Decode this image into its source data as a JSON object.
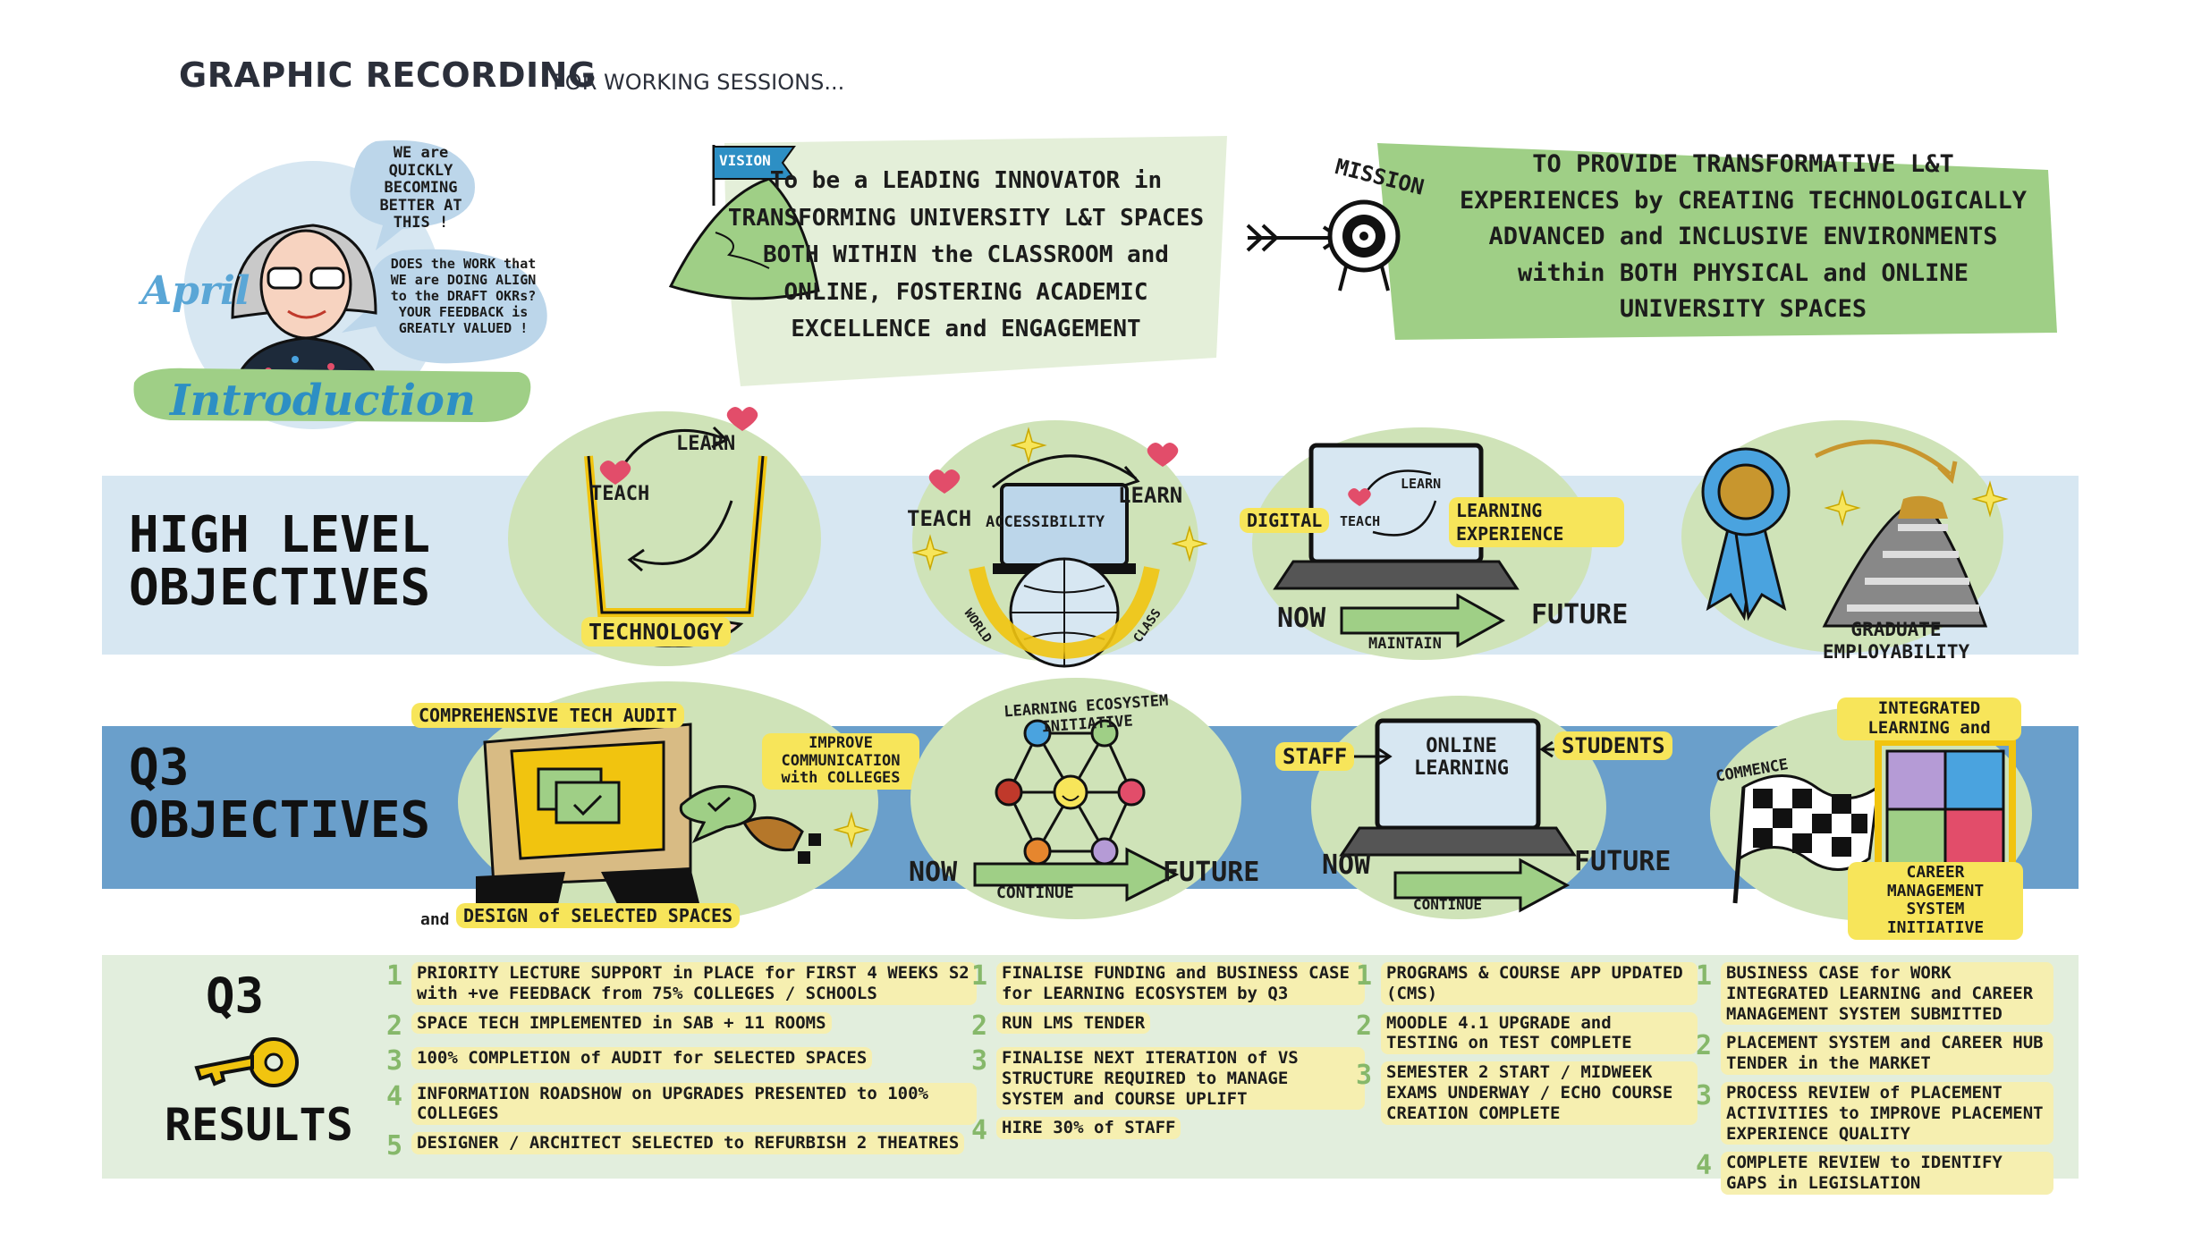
{
  "header": {
    "title": "GRAPHIC RECORDING",
    "subtitle": "FOR WORKING SESSIONS..."
  },
  "intro": {
    "name": "April",
    "label": "Introduction",
    "bubble1": "WE are QUICKLY BECOMING BETTER AT THIS !",
    "bubble2": "DOES the WORK that WE are DOING ALIGN to the DRAFT OKRs? YOUR FEEDBACK is GREATLY VALUED !"
  },
  "vision": {
    "flag": "VISION",
    "text": "To be a LEADING INNOVATOR in TRANSFORMING UNIVERSITY L&T SPACES BOTH WITHIN the CLASSROOM and ONLINE, FOSTERING ACADEMIC EXCELLENCE and ENGAGEMENT"
  },
  "mission": {
    "label": "MISSION",
    "text": "TO PROVIDE TRANSFORMATIVE L&T EXPERIENCES by CREATING TECHNOLOGICALLY ADVANCED and INCLUSIVE ENVIRONMENTS within BOTH PHYSICAL and ONLINE UNIVERSITY SPACES"
  },
  "hlo": {
    "label": "HIGH LEVEL OBJECTIVES",
    "obj1": {
      "teach": "TEACH",
      "learn": "LEARN",
      "tag": "TECHNOLOGY"
    },
    "obj2": {
      "teach": "TEACH",
      "learn": "LEARN",
      "center": "ACCESSIBILITY",
      "world": "WORLD",
      "class": "CLASS"
    },
    "obj3": {
      "digital": "DIGITAL",
      "teach": "TEACH",
      "learn": "LEARN",
      "tag": "LEARNING EXPERIENCE",
      "now": "NOW",
      "arrow": "MAINTAIN",
      "future": "FUTURE"
    },
    "obj4": {
      "caption": "GRADUATE EMPLOYABILITY"
    }
  },
  "q3o": {
    "label": "Q3 OBJECTIVES",
    "obj1": {
      "top": "COMPREHENSIVE TECH AUDIT",
      "comm": "IMPROVE COMMUNICATION with COLLEGES",
      "and": "and",
      "bottom": "DESIGN of SELECTED SPACES"
    },
    "obj2": {
      "arc": "LEARNING ECOSYSTEM INITIATIVE",
      "now": "NOW",
      "arrow": "CONTINUE",
      "future": "FUTURE"
    },
    "obj3": {
      "staff": "STAFF",
      "screen": "ONLINE LEARNING",
      "students": "STUDENTS",
      "now": "NOW",
      "arrow": "CONTINUE",
      "future": "FUTURE"
    },
    "obj4": {
      "top": "INTEGRATED LEARNING and",
      "commence": "COMMENCE",
      "bottom": "CAREER MANAGEMENT SYSTEM INITIATIVE"
    }
  },
  "results": {
    "label_q3": "Q3",
    "label_results": "RESULTS",
    "col1": [
      {
        "num": "1",
        "text": "PRIORITY LECTURE SUPPORT in PLACE for FIRST 4 WEEKS S2 with +ve FEEDBACK from 75% COLLEGES / SCHOOLS"
      },
      {
        "num": "2",
        "text": "SPACE TECH IMPLEMENTED in SAB + 11 ROOMS"
      },
      {
        "num": "3",
        "text": "100% COMPLETION of AUDIT for SELECTED SPACES"
      },
      {
        "num": "4",
        "text": "INFORMATION ROADSHOW on UPGRADES PRESENTED to 100% COLLEGES"
      },
      {
        "num": "5",
        "text": "DESIGNER / ARCHITECT SELECTED to REFURBISH 2 THEATRES"
      }
    ],
    "col2": [
      {
        "num": "1",
        "text": "FINALISE FUNDING and BUSINESS CASE for LEARNING ECOSYSTEM by Q3"
      },
      {
        "num": "2",
        "text": "RUN LMS TENDER"
      },
      {
        "num": "3",
        "text": "FINALISE NEXT ITERATION of VS STRUCTURE REQUIRED to MANAGE SYSTEM and COURSE UPLIFT"
      },
      {
        "num": "4",
        "text": "HIRE 30% of STAFF"
      }
    ],
    "col3": [
      {
        "num": "1",
        "text": "PROGRAMS & COURSE APP UPDATED (CMS)"
      },
      {
        "num": "2",
        "text": "MOODLE 4.1 UPGRADE and TESTING on TEST COMPLETE"
      },
      {
        "num": "3",
        "text": "SEMESTER 2 START / MIDWEEK EXAMS UNDERWAY / ECHO COURSE CREATION COMPLETE"
      }
    ],
    "col4": [
      {
        "num": "1",
        "text": "BUSINESS CASE for WORK INTEGRATED LEARNING and CAREER MANAGEMENT SYSTEM SUBMITTED"
      },
      {
        "num": "2",
        "text": "PLACEMENT SYSTEM and CAREER HUB TENDER in the MARKET"
      },
      {
        "num": "3",
        "text": "PROCESS REVIEW of PLACEMENT ACTIVITIES to IMPROVE PLACEMENT EXPERIENCE QUALITY"
      },
      {
        "num": "4",
        "text": "COMPLETE REVIEW to IDENTIFY GAPS in LEGISLATION"
      }
    ]
  },
  "colors": {
    "green": "#9fcf86",
    "blue_band": "#6a9fcb",
    "light_blue": "#d7e7f2",
    "yellow": "#f7e55a",
    "result_bg": "#e2eedd"
  }
}
